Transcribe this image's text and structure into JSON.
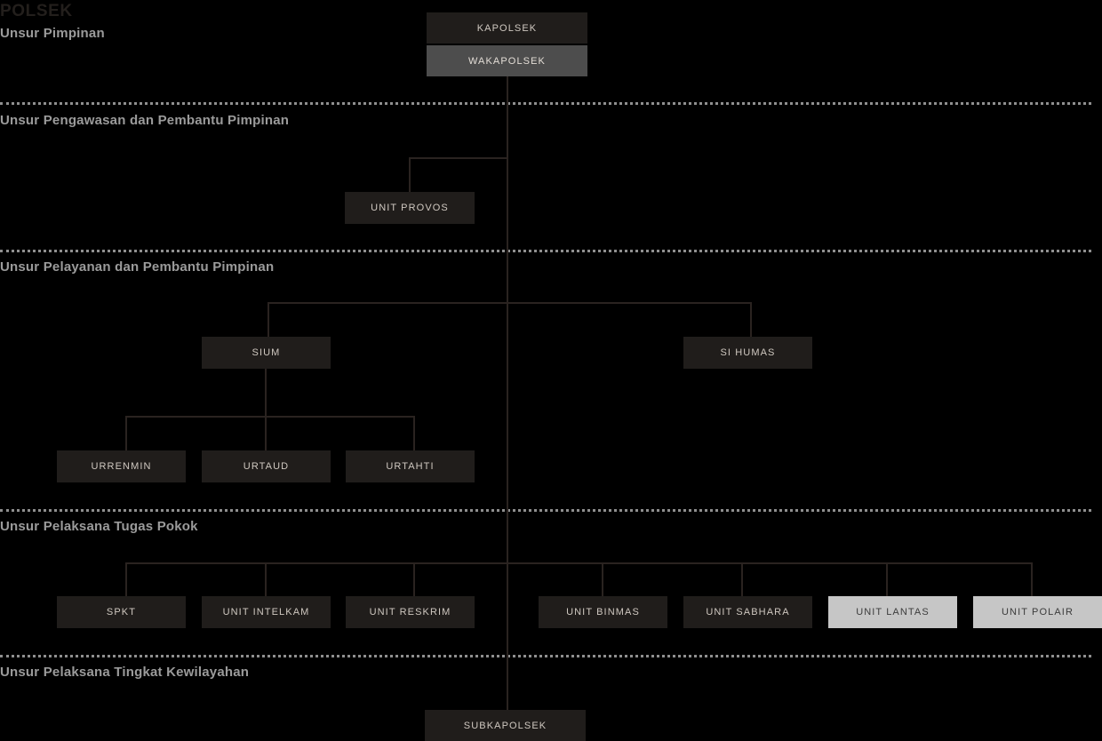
{
  "document": {
    "title": "POLSEK"
  },
  "colors": {
    "background": "#000000",
    "box_dark": "#201d1b",
    "box_gray": "#4d4d4d",
    "box_light": "#c6c6c6",
    "line": "#2a2320",
    "divider": "#8f8f8f",
    "section_label": "#9b9b9b",
    "dark_text": "#cfc8c0",
    "light_box_text": "#3c3c3c",
    "title_text": "#231f1c"
  },
  "sections": [
    {
      "label": "Unsur Pimpinan"
    },
    {
      "label": "Unsur Pengawasan dan Pembantu Pimpinan"
    },
    {
      "label": "Unsur Pelayanan dan Pembantu Pimpinan"
    },
    {
      "label": "Unsur Pelaksana Tugas Pokok"
    },
    {
      "label": "Unsur Pelaksana Tingkat Kewilayahan"
    }
  ],
  "nodes": {
    "kapolsek": "KAPOLSEK",
    "wakapolsek": "WAKAPOLSEK",
    "unit_provos": "UNIT PROVOS",
    "sium": "SIUM",
    "si_humas": "SI HUMAS",
    "urrenmin": "URRENMIN",
    "urtaud": "URTAUD",
    "urtahti": "URTAHTI",
    "spkt": "SPKT",
    "unit_intelkam": "UNIT INTELKAM",
    "unit_reskrim": "UNIT RESKRIM",
    "unit_binmas": "UNIT BINMAS",
    "unit_sabhara": "UNIT SABHARA",
    "unit_lantas": "UNIT LANTAS",
    "unit_polair": "UNIT POLAIR",
    "subkapolsek": "SUBKAPOLSEK"
  }
}
